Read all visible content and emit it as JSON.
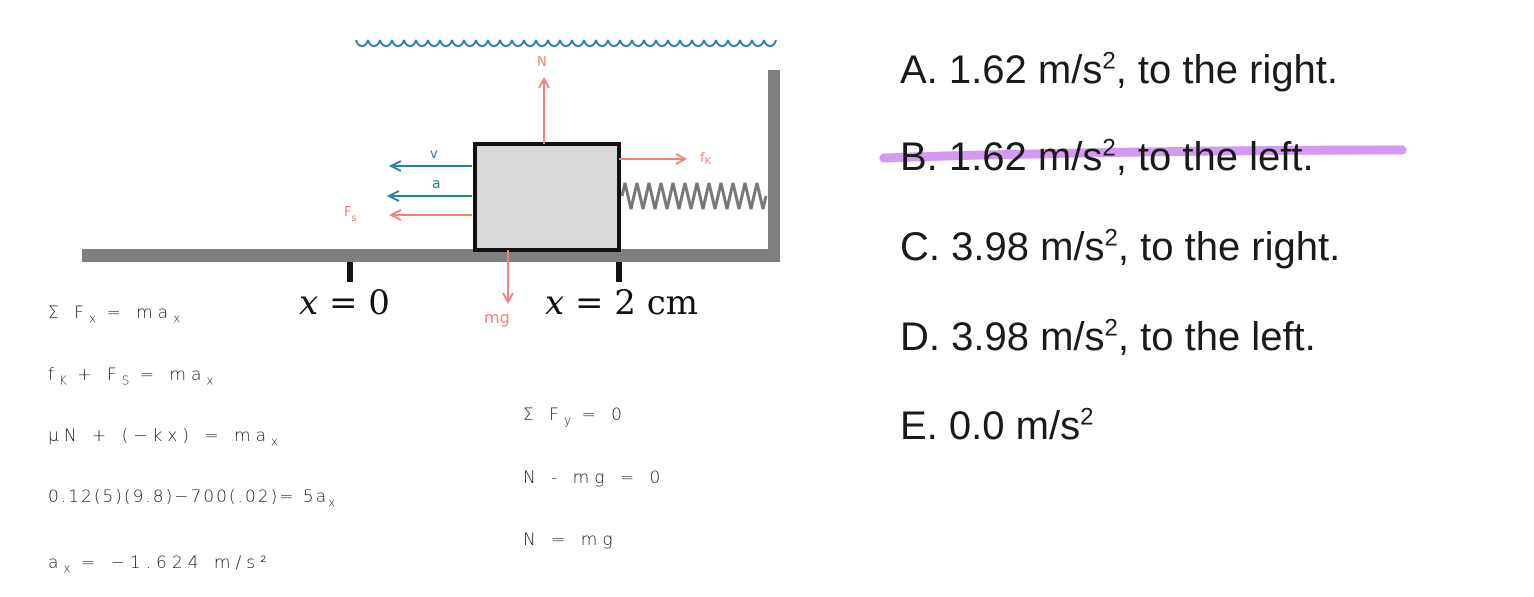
{
  "diagram": {
    "labels": {
      "normal": "N",
      "velocity": "v",
      "accel": "a",
      "spring_force": "F",
      "spring_force_sub": "s",
      "friction": "f",
      "friction_sub": "K",
      "weight": "mg",
      "x0_var": "x",
      "x0_rest": " = 0",
      "x2_var": "x",
      "x2_rest": " = 2 cm"
    },
    "colors": {
      "ceiling_squiggle": "#2a7fa8",
      "vector_arrows": "#f3837a",
      "motion_arrows": "#2a7fa8",
      "block_fill": "#d9d9d9",
      "surface": "#808080",
      "strike": "#cc88ee",
      "answer_red": "#e8202a"
    }
  },
  "work_left": [
    {
      "id": "sum-fx",
      "text": "Σ F",
      "sub": "x",
      "rest": " =  ma",
      "sub2": "x"
    },
    {
      "id": "fk-fs",
      "text": "f",
      "sub": "K",
      "rest": " + F",
      "sub2": "S",
      "rest2": " =  ma",
      "sub3": "x"
    },
    {
      "id": "mun",
      "text": "μN + (−kx) = ma",
      "sub": "x"
    },
    {
      "id": "numbers",
      "text": "0.12(5)(9.8)−700(.02)= 5a",
      "sub": "x"
    },
    {
      "id": "result-lhs",
      "text": "a",
      "sub": "x",
      "rest": " =  "
    },
    {
      "id": "result-val",
      "text": "−1.624  m/s²"
    }
  ],
  "work_right": [
    {
      "id": "sum-fy",
      "text": "Σ F",
      "sub": "y",
      "rest": " =  0"
    },
    {
      "id": "n-minus-mg",
      "text": "N  -  mg  =  0"
    },
    {
      "id": "n-eq-mg",
      "text": "N  =  mg"
    }
  ],
  "choices": [
    {
      "letter": "A.",
      "value": "1.62 m/s",
      "exp": "2",
      "suffix": ", to the right.",
      "struck": false
    },
    {
      "letter": "B.",
      "value": "1.62 m/s",
      "exp": "2",
      "suffix": ", to the left.",
      "struck": true
    },
    {
      "letter": "C.",
      "value": "3.98 m/s",
      "exp": "2",
      "suffix": ", to the right.",
      "struck": false
    },
    {
      "letter": "D.",
      "value": "3.98 m/s",
      "exp": "2",
      "suffix": ", to the left.",
      "struck": false
    },
    {
      "letter": "E.",
      "value": "0.0 m/s",
      "exp": "2",
      "suffix": "",
      "struck": false
    }
  ]
}
